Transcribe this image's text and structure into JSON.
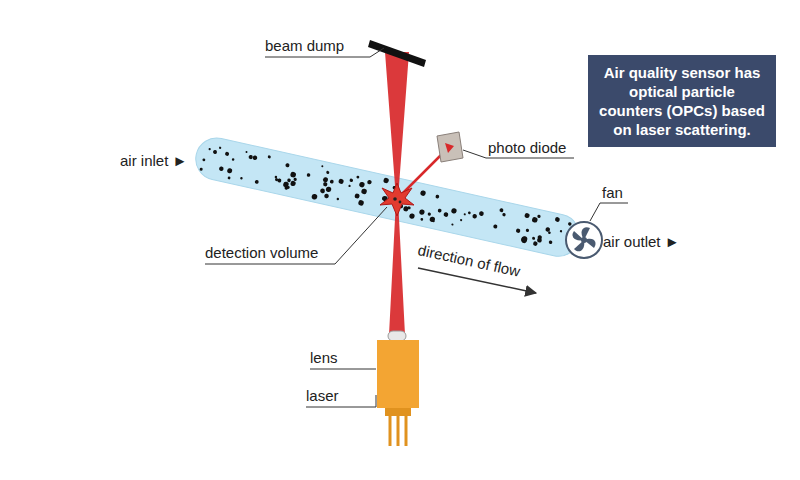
{
  "diagram": {
    "nodes": [
      {
        "text": [
          "Air quality sensor has optical particle counters (OPCs) based on laser scattering."
        ]
      }
    ],
    "labels": [
      "beam dump",
      "photo diode",
      "air inlet ►",
      "fan",
      "air outlet ►",
      "detection volume",
      "direction of flow",
      "lens",
      "laser"
    ]
  }
}
